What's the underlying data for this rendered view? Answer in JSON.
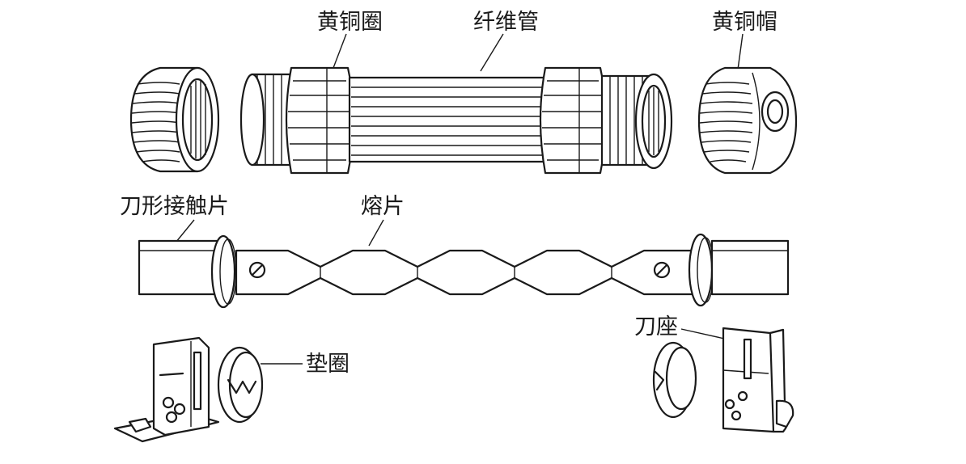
{
  "labels": {
    "brass_ring": "黄铜圈",
    "fiber_tube": "纤维管",
    "brass_cap": "黄铜帽",
    "knife_contact": "刀形接触片",
    "fuse_strip": "熔片",
    "knife_seat": "刀座",
    "washer": "垫圈"
  },
  "colors": {
    "ink": "#1a1a1a",
    "paper": "#ffffff"
  }
}
